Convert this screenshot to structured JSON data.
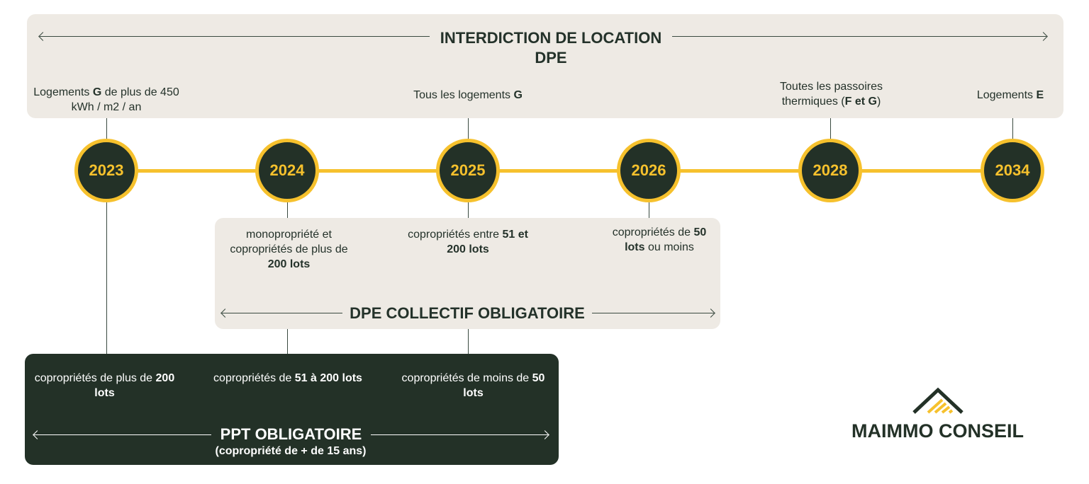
{
  "top_section": {
    "title_line1": "INTERDICTION DE LOCATION",
    "title_line2": "DPE",
    "notes": [
      {
        "pre": "Logements ",
        "bold": "G",
        "post": " de plus de 450 kWh / m2 / an"
      },
      {
        "pre": "Tous les logements ",
        "bold": "G",
        "post": ""
      },
      {
        "pre": "Toutes les passoires thermiques (",
        "bold": "F et G",
        "post": ")"
      },
      {
        "pre": "Logements ",
        "bold": "E",
        "post": ""
      }
    ]
  },
  "timeline": {
    "years": [
      "2023",
      "2024",
      "2025",
      "2026",
      "2028",
      "2034"
    ]
  },
  "dpe_collectif": {
    "title": "DPE COLLECTIF OBLIGATOIRE",
    "notes": [
      {
        "pre": "monopropriété et copropriétés de plus de ",
        "bold": "200 lots",
        "post": ""
      },
      {
        "pre": "copropriétés entre ",
        "bold": "51 et 200 lots",
        "post": ""
      },
      {
        "pre": "copropriétés de ",
        "bold": "50 lots",
        "post": " ou moins"
      }
    ]
  },
  "ppt": {
    "title": "PPT OBLIGATOIRE",
    "subtitle": "(copropriété de + de 15 ans)",
    "notes": [
      {
        "pre": "copropriétés de plus de ",
        "bold": "200 lots",
        "post": ""
      },
      {
        "pre": "copropriétés de ",
        "bold": "51 à 200 lots",
        "post": ""
      },
      {
        "pre": "copropriétés de moins de ",
        "bold": "50 lots",
        "post": ""
      }
    ]
  },
  "logo": {
    "text": "MAIMMO CONSEIL"
  },
  "colors": {
    "dark": "#233127",
    "yellow": "#f6c12d",
    "beige": "#eeeae4"
  }
}
